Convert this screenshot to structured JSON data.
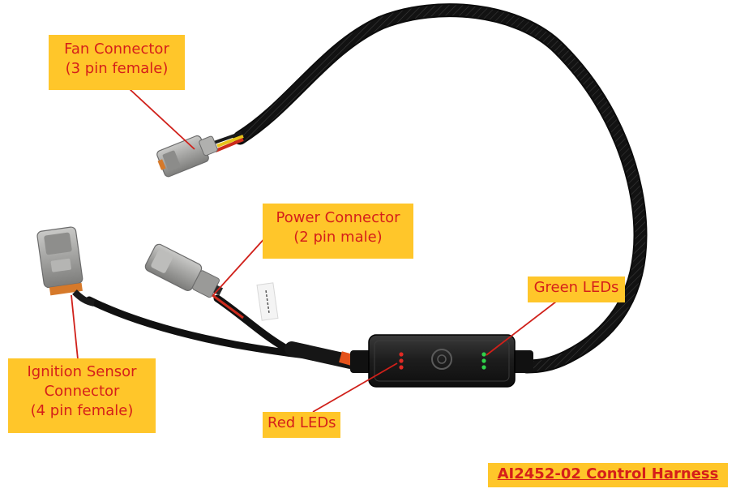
{
  "colors": {
    "callout_background": "#ffc62a",
    "callout_text": "#d51f1a",
    "leader_line": "#d0201a",
    "cable": "#151515",
    "connector_body": "#9a9a98",
    "module_body": "#1f1f1f",
    "red_led": "#e02a24",
    "green_led": "#2fd24a",
    "orange_tape": "#e5531c"
  },
  "callouts": {
    "fan_connector": {
      "line1": "Fan Connector",
      "line2": "(3 pin female)"
    },
    "power_connector": {
      "line1": "Power Connector",
      "line2": "(2 pin male)"
    },
    "ignition_sensor_connector": {
      "line1": "Ignition Sensor",
      "line2": "Connector",
      "line3": "(4 pin female)"
    },
    "green_leds": {
      "line1": "Green LEDs"
    },
    "red_leds": {
      "line1": "Red LEDs"
    }
  },
  "title": {
    "text": "AI2452-02 Control Harness"
  },
  "icons": {
    "module_logo": "circular-logo-icon",
    "connectors": "deutsch-connector-icon",
    "leds": "led-icon"
  }
}
